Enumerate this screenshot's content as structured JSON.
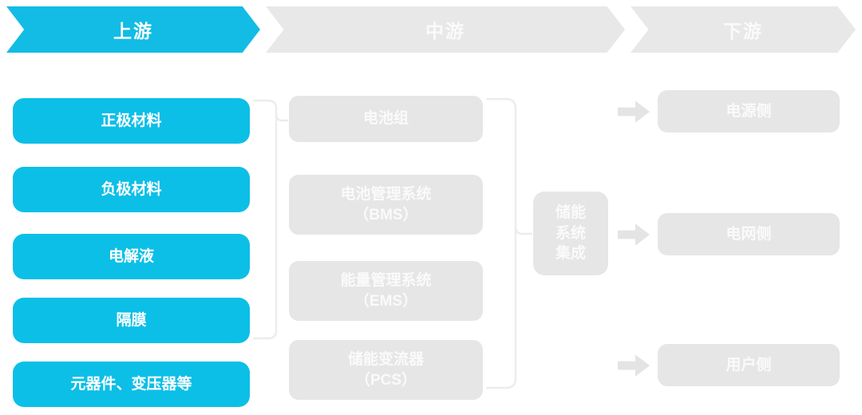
{
  "header": {
    "stages": [
      {
        "id": "upstream",
        "label": "上游",
        "color": "#12bce4"
      },
      {
        "id": "midstream",
        "label": "中游",
        "color": "#e8e8e8"
      },
      {
        "id": "downstream",
        "label": "下游",
        "color": "#e8e8e8"
      }
    ]
  },
  "upstream": {
    "items": [
      {
        "label": "正极材料"
      },
      {
        "label": "负极材料"
      },
      {
        "label": "电解液"
      },
      {
        "label": "隔膜"
      },
      {
        "label": "元器件、变压器等"
      }
    ]
  },
  "midstream": {
    "items": [
      {
        "line1": "电池组",
        "line2": ""
      },
      {
        "line1": "电池管理系统",
        "line2": "（BMS）"
      },
      {
        "line1": "能量管理系统",
        "line2": "（EMS）"
      },
      {
        "line1": "储能变流器",
        "line2": "（PCS）"
      }
    ]
  },
  "integration": {
    "line1": "储能",
    "line2": "系统",
    "line3": "集成"
  },
  "downstream": {
    "items": [
      {
        "label": "电源侧"
      },
      {
        "label": "电网侧"
      },
      {
        "label": "用户侧"
      }
    ]
  },
  "colors": {
    "accent_blue": "#0cbfe7",
    "grey_box": "#e6e6e6",
    "grey_header": "#e8e8e8",
    "text_on_blue": "#ffffff",
    "text_on_grey": "#fafafa",
    "bracket": "#ececec",
    "arrow": "#e4e4e4"
  }
}
